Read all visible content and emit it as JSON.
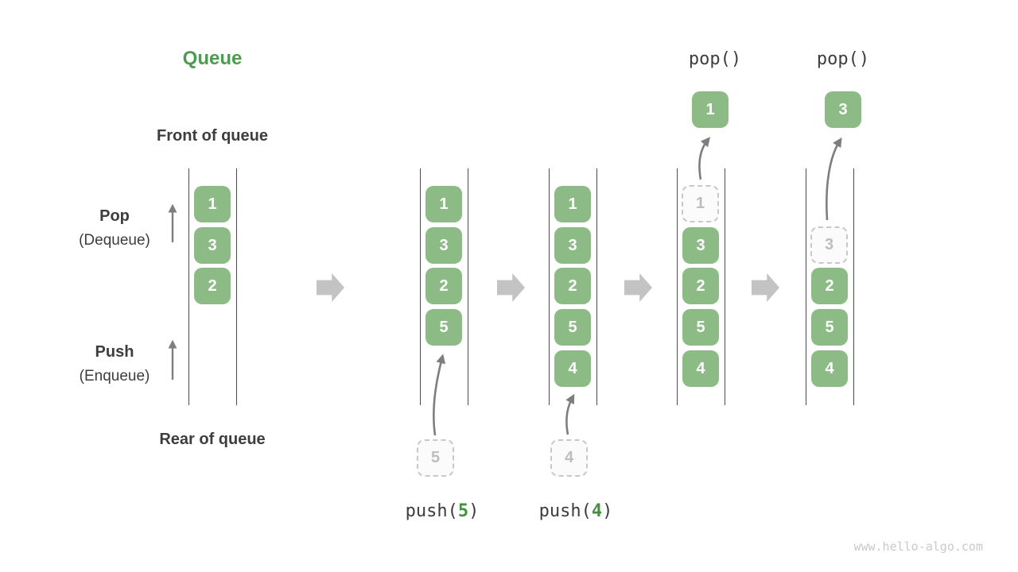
{
  "title": "Queue",
  "watermark": "www.hello-algo.com",
  "side_labels": {
    "front": "Front of queue",
    "rear": "Rear of queue",
    "pop_name": "Pop",
    "pop_sub": "(Dequeue)",
    "push_name": "Push",
    "push_sub": "(Enqueue)"
  },
  "colors": {
    "title_green": "#4E9A51",
    "element_green": "#8CBB86",
    "op_value_green": "#43913F",
    "text_dark": "#3D3D3D",
    "step_arrow_gray": "#C3C3C3",
    "flow_arrow_gray": "#7E7E7E",
    "ghost_border_gray": "#C8C8C8",
    "ghost_text_gray": "#BDBDBD"
  },
  "queues": [
    {
      "elements": [
        "1",
        "3",
        "2"
      ]
    },
    {
      "elements": [
        "1",
        "3",
        "2",
        "5"
      ],
      "incoming": "5",
      "op": {
        "prefix": "push(",
        "value": "5",
        "suffix": ")"
      }
    },
    {
      "elements": [
        "1",
        "3",
        "2",
        "5",
        "4"
      ],
      "incoming": "4",
      "op": {
        "prefix": "push(",
        "value": "4",
        "suffix": ")"
      }
    },
    {
      "elements": [
        "3",
        "2",
        "5",
        "4"
      ],
      "ghost": "1",
      "popped": "1",
      "op": "pop()"
    },
    {
      "elements": [
        "2",
        "5",
        "4"
      ],
      "ghost": "3",
      "popped": "3",
      "op": "pop()"
    }
  ]
}
